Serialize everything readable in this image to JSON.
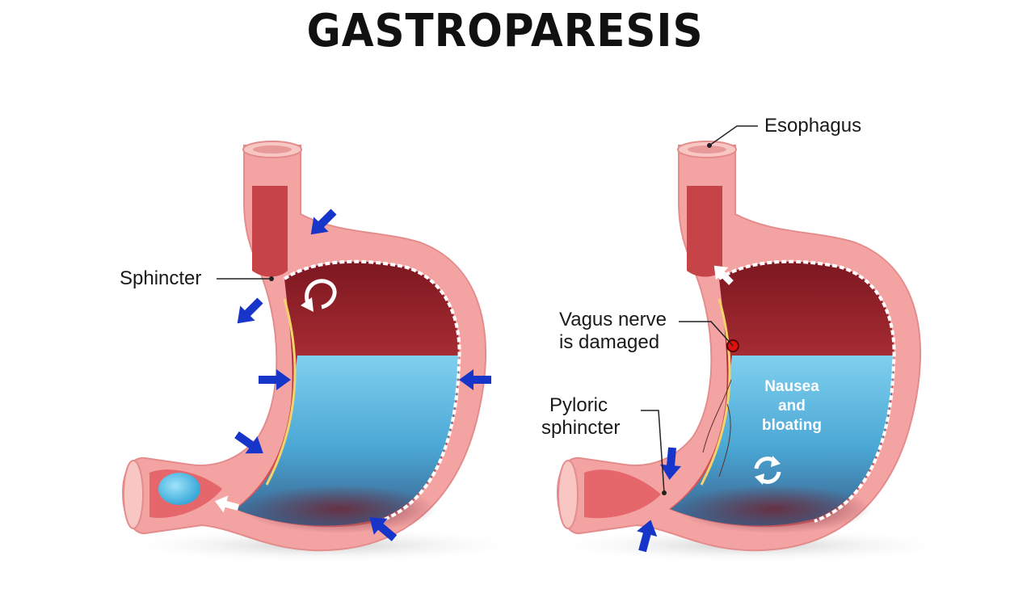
{
  "title": "GASTROPARESIS",
  "left_stomach": {
    "labels": {
      "sphincter": "Sphincter"
    }
  },
  "right_stomach": {
    "labels": {
      "esophagus": "Esophagus",
      "vagus_line1": "Vagus nerve",
      "vagus_line2": "is damaged",
      "pyloric_line1": "Pyloric",
      "pyloric_line2": "sphincter",
      "inner_line1": "Nausea",
      "inner_line2": "and",
      "inner_line3": "bloating"
    }
  },
  "colors": {
    "wall": "#f4a3a3",
    "wall_light": "#f9c7c3",
    "cavity": "#d94f52",
    "cavity_dark": "#8e1c22",
    "fluid": "#6dc3e6",
    "fluid_dark": "#2f86b8",
    "arrow": "#1835c9",
    "nerve_dot": "#e01010"
  },
  "icons": [
    "blue-arrow-icon",
    "white-arrow-icon",
    "curved-arrow-icon",
    "cycle-arrows-icon",
    "nerve-dot-icon"
  ]
}
